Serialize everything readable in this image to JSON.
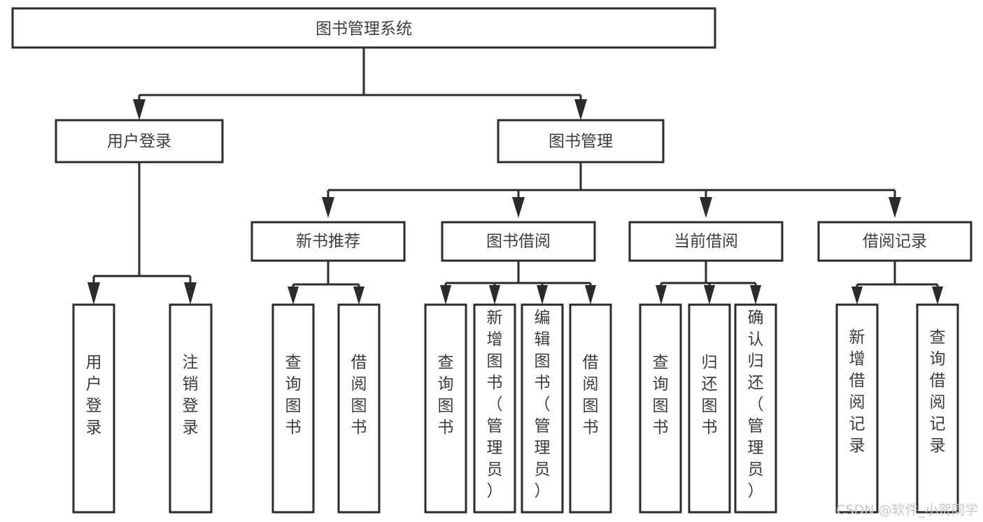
{
  "diagram": {
    "type": "hierarchy-tree",
    "title": "图书管理系统",
    "levels": 4,
    "root": {
      "id": "root",
      "label": "图书管理系统",
      "orientation": "horizontal"
    },
    "level2": [
      {
        "id": "user-login",
        "label": "用户登录",
        "orientation": "horizontal"
      },
      {
        "id": "book-management",
        "label": "图书管理",
        "orientation": "horizontal"
      }
    ],
    "level3": [
      {
        "id": "new-book-recommend",
        "label": "新书推荐",
        "orientation": "horizontal",
        "parent": "book-management"
      },
      {
        "id": "book-borrow",
        "label": "图书借阅",
        "orientation": "horizontal",
        "parent": "book-management"
      },
      {
        "id": "current-borrow",
        "label": "当前借阅",
        "orientation": "horizontal",
        "parent": "book-management"
      },
      {
        "id": "borrow-record",
        "label": "借阅记录",
        "orientation": "horizontal",
        "parent": "book-management"
      }
    ],
    "leaves": [
      {
        "id": "leaf-user-login",
        "label": "用户登录",
        "parent": "user-login",
        "orientation": "vertical"
      },
      {
        "id": "leaf-logout",
        "label": "注销登录",
        "parent": "user-login",
        "orientation": "vertical"
      },
      {
        "id": "leaf-query-book-1",
        "label": "查询图书",
        "parent": "new-book-recommend",
        "orientation": "vertical"
      },
      {
        "id": "leaf-borrow-book-1",
        "label": "借阅图书",
        "parent": "new-book-recommend",
        "orientation": "vertical"
      },
      {
        "id": "leaf-query-book-2",
        "label": "查询图书",
        "parent": "book-borrow",
        "orientation": "vertical"
      },
      {
        "id": "leaf-add-book",
        "label": "新增图书（管理员）",
        "parent": "book-borrow",
        "orientation": "vertical"
      },
      {
        "id": "leaf-edit-book",
        "label": "编辑图书（管理员）",
        "parent": "book-borrow",
        "orientation": "vertical"
      },
      {
        "id": "leaf-borrow-book-2",
        "label": "借阅图书",
        "parent": "book-borrow",
        "orientation": "vertical"
      },
      {
        "id": "leaf-query-book-3",
        "label": "查询图书",
        "parent": "current-borrow",
        "orientation": "vertical"
      },
      {
        "id": "leaf-return-book",
        "label": "归还图书",
        "parent": "current-borrow",
        "orientation": "vertical"
      },
      {
        "id": "leaf-confirm-return",
        "label": "确认归还（管理员）",
        "parent": "current-borrow",
        "orientation": "vertical"
      },
      {
        "id": "leaf-add-record",
        "label": "新增借阅记录",
        "parent": "borrow-record",
        "orientation": "vertical"
      },
      {
        "id": "leaf-query-record",
        "label": "查询借阅记录",
        "parent": "borrow-record",
        "orientation": "vertical"
      }
    ]
  },
  "watermark": {
    "text": "CSDN @软件_小贺同学"
  },
  "colors": {
    "stroke": "#2b2b2b",
    "box_fill": "#ffffff",
    "text": "#3c3c3c",
    "watermark": "#c9c9c9",
    "background": "#ffffff"
  }
}
